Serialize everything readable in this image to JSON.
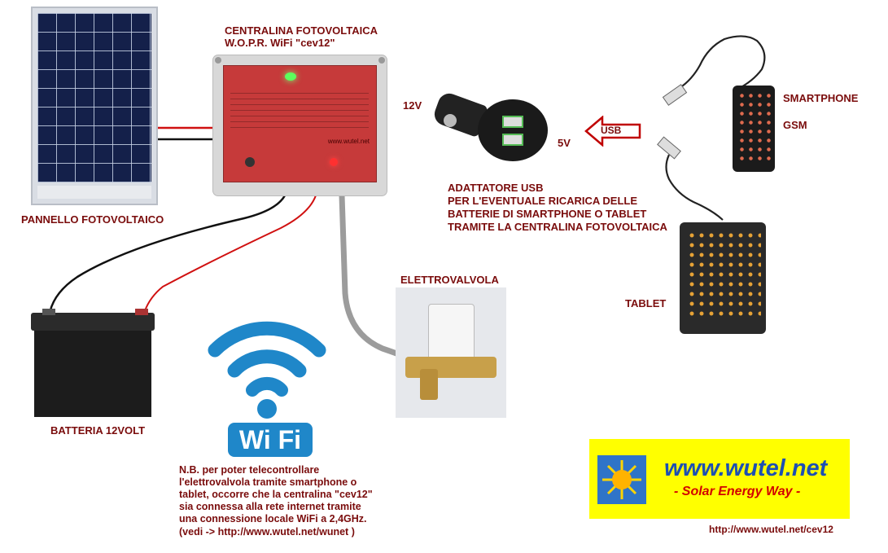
{
  "labels": {
    "panel_title": "PANNELLO FOTOVOLTAICO",
    "controller_title_1": "CENTRALINA FOTOVOLTAICA",
    "controller_title_2": "W.O.P.R. WiFi \"cev12\"",
    "volt_12": "12V",
    "volt_5": "5V",
    "usb_arrow": "USB",
    "smartphone": "SMARTPHONE",
    "gsm": "GSM",
    "tablet": "TABLET",
    "adapter_1": "ADATTATORE USB",
    "adapter_2": "PER L'EVENTUALE RICARICA DELLE",
    "adapter_3": "BATTERIE DI SMARTPHONE O TABLET",
    "adapter_4": "TRAMITE LA CENTRALINA FOTOVOLTAICA",
    "valve": "ELETTROVALVOLA",
    "battery": "BATTERIA 12VOLT",
    "wifi_badge": "Wi Fi"
  },
  "note": {
    "line1": "N.B. per poter telecontrollare",
    "line2": "l'elettrovalvola tramite smartphone o",
    "line3": "tablet, occorre che la centralina \"cev12\"",
    "line4": "sia connessa alla rete internet tramite",
    "line5": "una connessione locale WiFi a 2,4GHz.",
    "line6": "(vedi -> http://www.wutel.net/wunet )"
  },
  "logo": {
    "site": "www.wutel.net",
    "tagline": "- Solar Energy Way -"
  },
  "footer_url": "http://www.wutel.net/cev12",
  "controller_face": {
    "brand": "www.wutel.net"
  },
  "colors": {
    "label": "#7a0c0c",
    "wifi_blue": "#1f87c9",
    "logo_yellow": "#ffff00",
    "logo_blue": "#1d4fb3",
    "logo_red": "#d20000",
    "arrow_red": "#c00000"
  }
}
